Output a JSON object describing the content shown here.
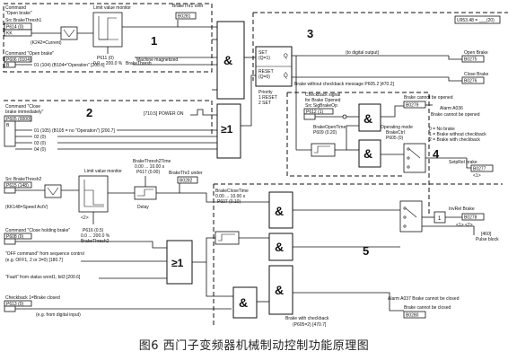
{
  "caption": "图6   西门子变频器机械制动控制功能原理图",
  "texts": {
    "cmd_open_brake": "Command",
    "cmd_open_brake2": "\"Open brake\"",
    "src_brake_thresh1": "Src BrakeThresh1",
    "p614": "P614 (0)",
    "kk": "KK",
    "k242": "(K242=Current)",
    "limit_monitor": "Limit value monitor",
    "brake_thr1_over": "BrakeThr1 over",
    "b0281": "B0281",
    "p611": "P611 (0)",
    "p611_range": "0.0 ... 200.0 %",
    "brake_thresh": "BrakeThresh",
    "num1": "1",
    "cmd_open_brake_b": "Command \"Open brake\"",
    "p606": "P606 (0104)",
    "b_line1": "B",
    "b_line2": "B",
    "b104_op": "01 (104)   (B104=\"Operation\" [200.6]",
    "machine_mag": "Machine magnetized",
    "amp1": "&",
    "cmd_close_brake": "Command \"Close",
    "cmd_close_brake2": "brake immediately\"",
    "p605": "P605 (0000)",
    "b105": "01 (105)   (B105 = no \"Operation\") [200.7]",
    "r02": "02 (0)",
    "r03": "03 (0)",
    "r04": "04 (0)",
    "num2": "2",
    "power_on": "[710.5] POWER ON",
    "ge1": "≥1",
    "num3": "3",
    "u953": "U953.48 = ___(20)",
    "set_q1": "SET",
    "set_q2": "(Q=1)",
    "reset_q": "RESET",
    "reset_q2": "(Q=0)",
    "q": "Q",
    "qbar": "Q̄",
    "priority": "Priority",
    "priority1": "1 RESET",
    "priority2": "2 SET",
    "to_digital": "(to digital output)",
    "open_brake": "Open Brake",
    "b0275": "B0275",
    "close_brake": "Close Brake",
    "b0276": "B0276",
    "brake_no_check": "Brake without checkback message P605.2 [470.2]",
    "checkback_signal": "Checkback signal",
    "checkback_signal2": "for Brake Opened",
    "src_sig_brake": "Src SigBrakeOp",
    "p612": "P612 (1)",
    "brake_cannot_open": "Brake cannot be opened",
    "b0279": "B0279",
    "alarm_a036": "Alarm A036",
    "a036_text": "Brake cannot be opened",
    "brake_open_time": "BrakeOpenTime",
    "p609": "P609 (0.20)",
    "amp_small1": "&",
    "amp_small2": "&",
    "operating_mode": "Operating mode",
    "brake_ctrl": "BrakeCtrl",
    "p605b": "P605 (0)",
    "mode0": "0 = No brake",
    "mode1": "1 = Brake without checkback",
    "mode2": "2 = Brake with checkback",
    "num4": "4",
    "setp_rel": "SetpRel brake",
    "b0277": "B0277",
    "lt1gt": "<1>",
    "src_brake_thresh2": "Src BrakeThresh2",
    "p615": "P615 (148)",
    "k148": "(KK148=Speed ActV)",
    "lt2gt": "<2>",
    "brake_thresh2time": "BrakeThresh2Time",
    "time_range": "0.00 ... 10.00 s",
    "p617": "P617 (0.00)",
    "limit_monitor2": "Limit value monitor",
    "brake_thr2_under": "BrakeThr2 under",
    "b0282": "B0282",
    "delay": "Delay",
    "p616": "P616 (0.5)",
    "p616_range": "0.0 ... 200.0 %",
    "brake_thresh2": "BrakeThresh2",
    "brake_close_time": "BrakeCloseTime",
    "close_time_range": "0.00 ... 10.00 s",
    "p607": "P607 (0.10)",
    "amp2": "&",
    "inv_rel": "InvRel Brake",
    "b0278": "B0278",
    "lt1gt_b": "<1> <2>",
    "x460": "[460]",
    "pulse_block": "Pulse block",
    "cmd_close_holding": "Command \"Close holding brake\"",
    "p608": "P608 (0)",
    "off_cmd": "\"OFF command\" from sequence control",
    "off_cmd2": "(e.g. OFF1, 2 or 3=0)  [180.7]",
    "ge2": "≥1",
    "fault_cmd": "\"Fault\" from status word1, bit3 [200.6]",
    "num5": "5",
    "checkback_closed": "Checkback 1=Brake closed",
    "p613": "P613 (0)",
    "from_digital": "(e.g. from digital input)",
    "alarm_a037": "Alarm A037 Brake cannot be closed",
    "brake_cannot_close": "Brake cannot be closed",
    "b0280": "B0280",
    "brake_with_check": "Brake with checkback",
    "p605_2": "(P605=2) [470.7]",
    "amp3": "&",
    "amp4": "&",
    "amp5": "&"
  }
}
